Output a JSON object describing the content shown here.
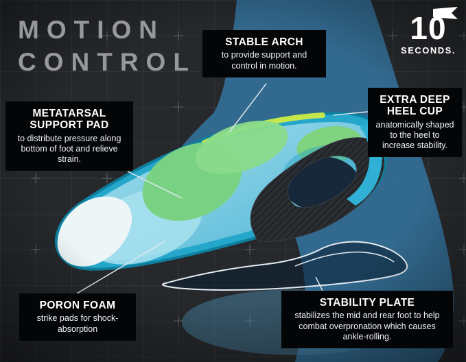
{
  "title": {
    "line1": "MOTION",
    "line2": "CONTROL"
  },
  "brand": {
    "number": "10",
    "name": "SECONDS."
  },
  "callouts": {
    "stable_arch": {
      "heading": "STABLE ARCH",
      "body": "to provide support and control in motion."
    },
    "metatarsal": {
      "heading": "METATARSAL SUPPORT PAD",
      "body": "to distribute pressure along bottom of foot and relieve strain."
    },
    "heel_cup": {
      "heading": "EXTRA DEEP HEEL CUP",
      "body": "anatomically shaped to the heel to increase stability."
    },
    "poron_foam": {
      "heading": "PORON FOAM",
      "body": "strike pads for shock-absorption"
    },
    "stability_plate": {
      "heading": "STABILITY PLATE",
      "body": "stabilizes the mid and rear foot to help combat overpronation which causes ankle-rolling."
    }
  },
  "colors": {
    "background": "#26282b",
    "callout_box": "#040507",
    "title_gray": "#97989c",
    "insole_teal": "#25a7cc",
    "insole_green": "#79d284",
    "accent_yellow": "#cdeb45",
    "foot_blue": "#336f97",
    "carbon_dark": "#2a2d31",
    "outline_white": "#e3ecf2"
  }
}
